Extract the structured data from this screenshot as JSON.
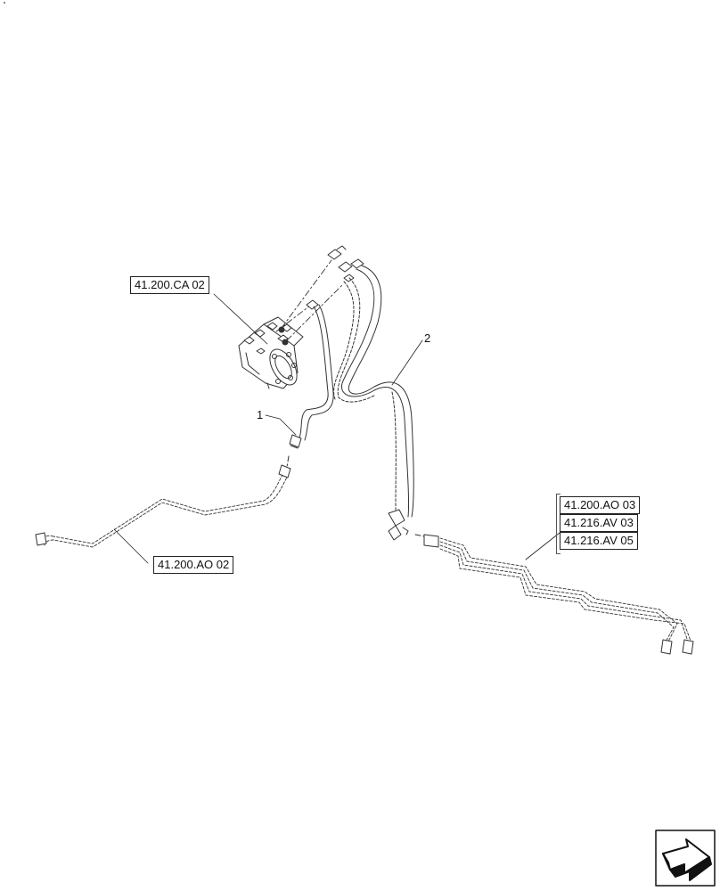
{
  "references": {
    "steering_unit": "41.200.CA 02",
    "left_line": "41.200.AO 02",
    "right_group": [
      "41.200.AO 03",
      "41.216.AV 03",
      "41.216.AV 05"
    ]
  },
  "callouts": {
    "item1": "1",
    "item2": "2"
  },
  "icons": {
    "corner": "navigation-arrow-icon"
  }
}
